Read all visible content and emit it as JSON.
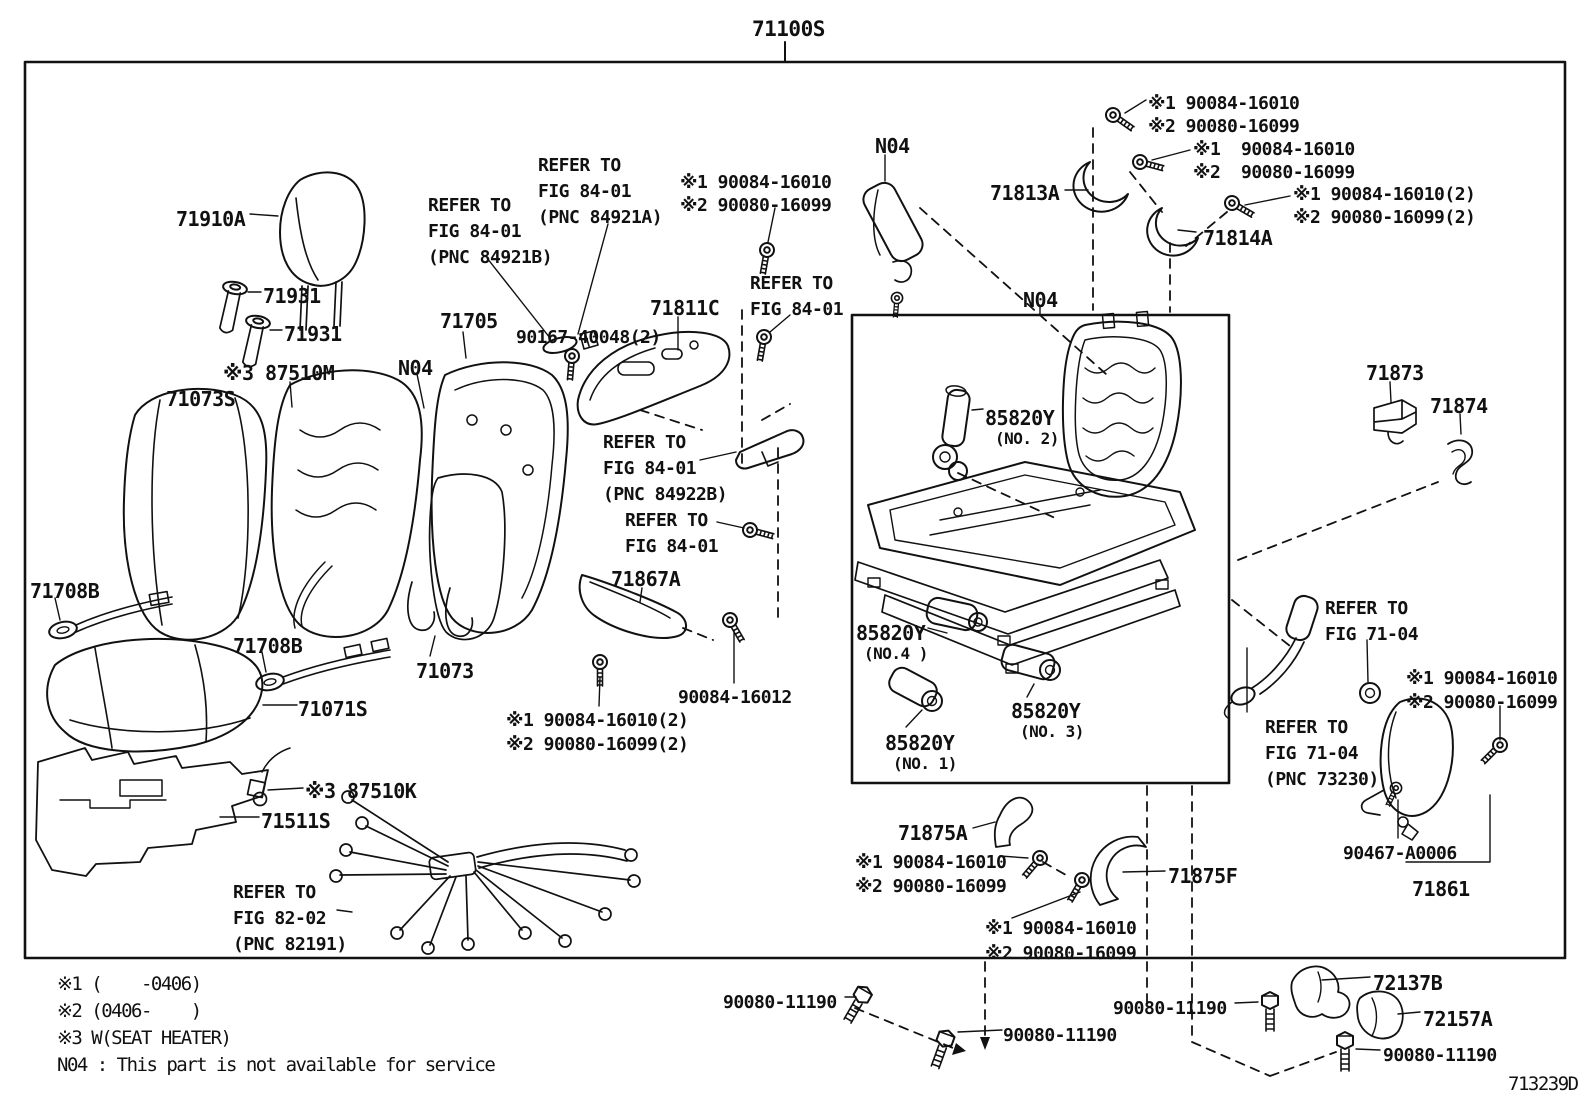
{
  "header": {
    "title": "71100S"
  },
  "footer": {
    "diagram_code": "713239D",
    "notes": [
      {
        "text": "※1 (    -0406)"
      },
      {
        "text": "※2 (0406-    )"
      },
      {
        "text": "※3 W(SEAT HEATER)"
      },
      {
        "text": "N04 : This part is not available for service"
      }
    ]
  },
  "part_labels": [
    {
      "part": "71910A",
      "text": "71910A"
    },
    {
      "part": "71931",
      "text": "71931"
    },
    {
      "part": "71931",
      "text": "71931"
    },
    {
      "part": "87510M",
      "text": "※3 87510M"
    },
    {
      "part": "71073S",
      "text": "71073S"
    },
    {
      "part": "71708B",
      "text": "71708B"
    },
    {
      "part": "71708B",
      "text": "71708B"
    },
    {
      "part": "71073",
      "text": "71073"
    },
    {
      "part": "71071S",
      "text": "71071S"
    },
    {
      "part": "87510K",
      "text": "※3 87510K"
    },
    {
      "part": "71511S",
      "text": "71511S"
    },
    {
      "part": "fig-82-02-ref",
      "text": "REFER TO\nFIG 82-02\n(PNC 82191)"
    },
    {
      "part": "71705",
      "text": "71705"
    },
    {
      "part": "N04",
      "text": "N04"
    },
    {
      "part": "fig-84-01-pnc-84921b-ref",
      "text": "REFER TO\nFIG 84-01\n(PNC 84921B)"
    },
    {
      "part": "fig-84-01-pnc-84921a-ref",
      "text": "REFER TO\nFIG 84-01\n(PNC 84921A)"
    },
    {
      "part": "90167-40048",
      "text": "90167-40048(2)"
    },
    {
      "part": "71811C",
      "text": "71811C"
    },
    {
      "part": "90084-16010",
      "text": "※1 90084-16010"
    },
    {
      "part": "90080-16099",
      "text": "※2 90080-16099"
    },
    {
      "part": "fig-84-01-ref",
      "text": "REFER TO\nFIG 84-01"
    },
    {
      "part": "fig-84-01-pnc-84922b-ref",
      "text": "REFER TO\nFIG 84-01\n(PNC 84922B)"
    },
    {
      "part": "fig-84-01-ref",
      "text": "REFER TO\nFIG 84-01"
    },
    {
      "part": "71867A",
      "text": "71867A"
    },
    {
      "part": "90084-16012",
      "text": "90084-16012"
    },
    {
      "part": "90084-16010",
      "text": "※1 90084-16010(2)"
    },
    {
      "part": "90080-16099",
      "text": "※2 90080-16099(2)"
    },
    {
      "part": "N04",
      "text": "N04"
    },
    {
      "part": "71813A",
      "text": "71813A"
    },
    {
      "part": "90084-16010",
      "text": "※1 90084-16010"
    },
    {
      "part": "90080-16099",
      "text": "※2 90080-16099"
    },
    {
      "part": "90084-16010",
      "text": "※1  90084-16010"
    },
    {
      "part": "90080-16099",
      "text": "※2  90080-16099"
    },
    {
      "part": "90084-16010",
      "text": "※1 90084-16010(2)"
    },
    {
      "part": "90080-16099",
      "text": "※2 90080-16099(2)"
    },
    {
      "part": "71814A",
      "text": "71814A"
    },
    {
      "part": "N04",
      "text": "N04"
    },
    {
      "part": "71873",
      "text": "71873"
    },
    {
      "part": "71874",
      "text": "71874"
    },
    {
      "part": "85820Y",
      "text": "85820Y"
    },
    {
      "part": "85820Y-no2",
      "text": "(NO. 2)"
    },
    {
      "part": "85820Y",
      "text": "85820Y"
    },
    {
      "part": "85820Y-no4",
      "text": "(NO.4 )"
    },
    {
      "part": "85820Y",
      "text": "85820Y"
    },
    {
      "part": "85820Y-no1",
      "text": "(NO. 1)"
    },
    {
      "part": "85820Y",
      "text": "85820Y"
    },
    {
      "part": "85820Y-no3",
      "text": "(NO. 3)"
    },
    {
      "part": "fig-71-04-ref",
      "text": "REFER TO\nFIG 71-04"
    },
    {
      "part": "90084-16010",
      "text": "※1 90084-16010"
    },
    {
      "part": "90080-16099",
      "text": "※2 90080-16099"
    },
    {
      "part": "fig-71-04-pnc-73230-ref",
      "text": "REFER TO\nFIG 71-04\n(PNC 73230)"
    },
    {
      "part": "90467-A0006",
      "text": "90467-A0006"
    },
    {
      "part": "71861",
      "text": "71861"
    },
    {
      "part": "71875A",
      "text": "71875A"
    },
    {
      "part": "90084-16010",
      "text": "※1 90084-16010"
    },
    {
      "part": "90080-16099",
      "text": "※2 90080-16099"
    },
    {
      "part": "71875F",
      "text": "71875F"
    },
    {
      "part": "90084-16010",
      "text": "※1 90084-16010"
    },
    {
      "part": "90080-16099",
      "text": "※2 90080-16099"
    },
    {
      "part": "90080-11190",
      "text": "90080-11190"
    },
    {
      "part": "90080-11190",
      "text": "90080-11190"
    },
    {
      "part": "90080-11190",
      "text": "90080-11190"
    },
    {
      "part": "72137B",
      "text": "72137B"
    },
    {
      "part": "72157A",
      "text": "72157A"
    },
    {
      "part": "90080-11190",
      "text": "90080-11190"
    }
  ]
}
